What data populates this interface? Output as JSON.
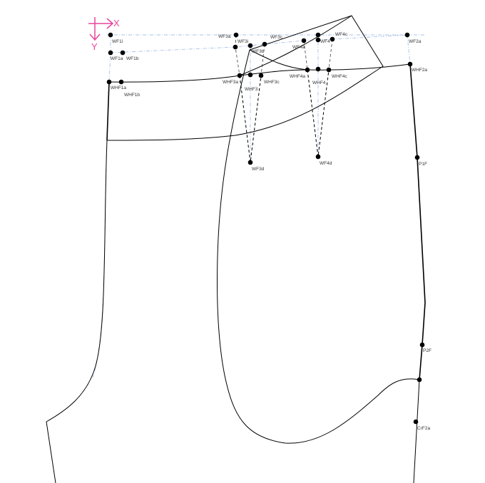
{
  "axes": {
    "x_label": "X",
    "y_label": "Y",
    "color": "#e8439a"
  },
  "points": [
    {
      "id": "WF1i",
      "label": "WF1i"
    },
    {
      "id": "WF1a",
      "label": "WF1a"
    },
    {
      "id": "WF1b",
      "label": "WF1b"
    },
    {
      "id": "WHF1a",
      "label": "WHF1a"
    },
    {
      "id": "WHF1b",
      "label": "WHF1b"
    },
    {
      "id": "WF3a",
      "label": "WF3a"
    },
    {
      "id": "WF3i",
      "label": "WF3i"
    },
    {
      "id": "WF3b",
      "label": "WF3b"
    },
    {
      "id": "WF3c",
      "label": "WF3c"
    },
    {
      "id": "WF4a",
      "label": "WF4a"
    },
    {
      "id": "WF4",
      "label": "WF4"
    },
    {
      "id": "WF4c",
      "label": "WF4c"
    },
    {
      "id": "WF2a",
      "label": "WF2a"
    },
    {
      "id": "WHF3a",
      "label": "WHF3a"
    },
    {
      "id": "WHF3",
      "label": "WHF3"
    },
    {
      "id": "WHF3c",
      "label": "WHF3c"
    },
    {
      "id": "WHF4a",
      "label": "WHF4a"
    },
    {
      "id": "WHF4",
      "label": "WHF4"
    },
    {
      "id": "WHF4c",
      "label": "WHF4c"
    },
    {
      "id": "WHF2a",
      "label": "WHF2a"
    },
    {
      "id": "WF3d",
      "label": "WF3d"
    },
    {
      "id": "WF4d",
      "label": "WF4d"
    },
    {
      "id": "P1F",
      "label": "P1F"
    },
    {
      "id": "P2F",
      "label": "P2F"
    },
    {
      "id": "CrF2a",
      "label": "CrF2a"
    }
  ]
}
